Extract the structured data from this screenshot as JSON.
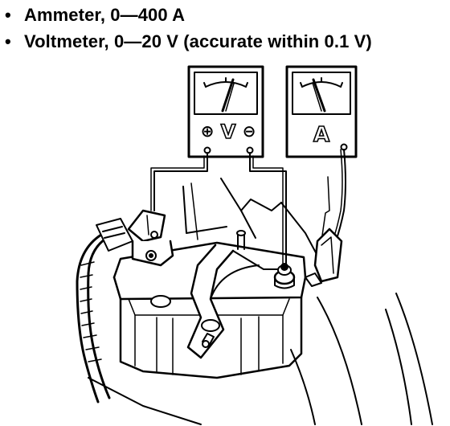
{
  "specs": {
    "items": [
      {
        "bullet": "•",
        "text": "Ammeter, 0—400 A"
      },
      {
        "bullet": "•",
        "text": "Voltmeter, 0—20 V (accurate within 0.1 V)"
      }
    ]
  },
  "meters": {
    "voltmeter": {
      "plus": "⊕",
      "letter": "V",
      "minus": "⊖"
    },
    "ammeter": {
      "letter": "A"
    }
  },
  "colors": {
    "ink": "#000000",
    "paper": "#ffffff"
  }
}
